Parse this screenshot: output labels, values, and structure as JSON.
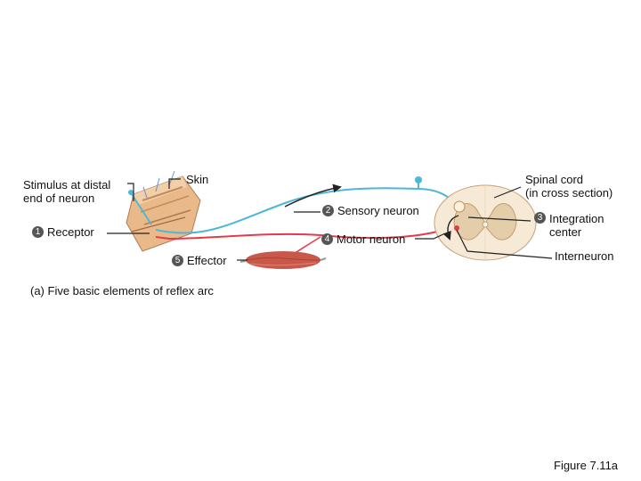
{
  "labels": {
    "stimulus": "Stimulus at distal\nend of neuron",
    "skin": "Skin",
    "receptor": "Receptor",
    "receptor_num": "1",
    "sensory": "Sensory neuron",
    "sensory_num": "2",
    "motor": "Motor neuron",
    "motor_num": "4",
    "effector": "Effector",
    "effector_num": "5",
    "spinal_cord": "Spinal cord\n(in cross section)",
    "integration": "Integration\ncenter",
    "integration_num": "3",
    "interneuron": "Interneuron",
    "caption": "(a) Five basic elements of reflex arc",
    "figure": "Figure 7.11a"
  },
  "colors": {
    "sensory_neuron": "#4fb7d6",
    "motor_neuron": "#e23b4a",
    "skin_tan": "#e9b98a",
    "spinal_gray": "#e4cda9",
    "spinal_white": "#f6ead6",
    "muscle": "#c8584a"
  },
  "icons": [
    "badge-icon",
    "arrow-icon"
  ]
}
